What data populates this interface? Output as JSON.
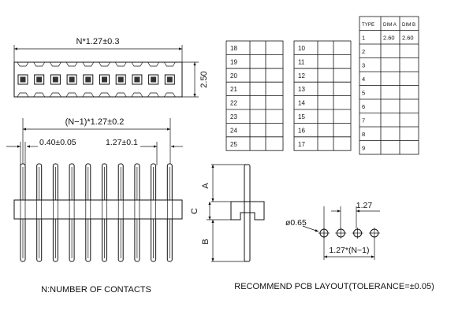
{
  "drawing": {
    "top_length_label": "N*1.27±0.3",
    "height_label": "2.50",
    "span_label": "(N−1)*1.27±0.2",
    "pin_width_label": "0.40±0.05",
    "pitch_label": "1.27±0.1",
    "dim_a": "A",
    "dim_b": "B",
    "dim_c": "C",
    "pcb_hole_label": "ø0.65",
    "pcb_pitch_label": "1.27",
    "pcb_span_label": "1.27*(N−1)",
    "note_contacts": "N:NUMBER  OF  CONTACTS",
    "note_pcb": "RECOMMEND  PCB  LAYOUT(TOLERANCE=±0.05)"
  },
  "dim_table": {
    "headers": [
      "TYPE",
      "DIM  A",
      "DIM  B"
    ],
    "rows": [
      [
        "1",
        "2.60",
        "2.60"
      ],
      [
        "2",
        "",
        ""
      ],
      [
        "3",
        "",
        ""
      ],
      [
        "4",
        "",
        ""
      ],
      [
        "5",
        "",
        ""
      ],
      [
        "6",
        "",
        ""
      ],
      [
        "7",
        "",
        ""
      ],
      [
        "8",
        "",
        ""
      ],
      [
        "9",
        "",
        ""
      ]
    ]
  },
  "pin_table_1": {
    "rows": [
      "18",
      "19",
      "20",
      "21",
      "22",
      "23",
      "24",
      "25"
    ]
  },
  "pin_table_2": {
    "rows": [
      "10",
      "11",
      "12",
      "13",
      "14",
      "15",
      "16",
      "17"
    ]
  }
}
